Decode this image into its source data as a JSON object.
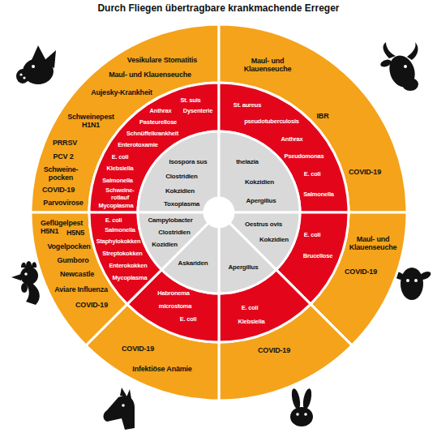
{
  "diagram": {
    "title": "Durch Fliegen übertragbare krankmachende Erreger",
    "nodes": [
      {
        "text": [
          "Vesikulare Stomatitis",
          "Maul- und Klauenseuche",
          "Aujesky-Krankheit",
          "Schweinepest H1N1",
          "PRRSV",
          "PCV 2",
          "Schweine- pocken",
          "COVID-19",
          "Parvovirose"
        ]
      },
      {
        "text": [
          "St. suis",
          "Anthrax",
          "Dysenterie",
          "Pasteurellose",
          "Schnüffelkrankheit",
          "Enterotoxamie",
          "E. coli",
          "Klebsiella",
          "Salmonella",
          "Schweine- rotlauf",
          "Mycoplasma"
        ]
      },
      {
        "text": [
          "Isospora sus",
          "Clostridien",
          "Kokzidien",
          "Toxoplasma"
        ]
      },
      {
        "text": [
          "Maul- und Klauenseuche",
          "IBR",
          "COVID-19"
        ]
      },
      {
        "text": [
          "St. aureus",
          "pseudotuberculosis",
          "Anthrax",
          "Pseudomonas",
          "E. coli",
          "Salmonella"
        ]
      },
      {
        "text": [
          "thelazia",
          "Kokzidien",
          "Apergillus"
        ]
      },
      {
        "text": [
          "Maul- und Klauenseuche",
          "COVID-19"
        ]
      },
      {
        "text": [
          "E. coli",
          "Brucellose"
        ]
      },
      {
        "text": [
          "Oestrus ovis",
          "Kokzidien"
        ]
      },
      {
        "text": [
          "COVID-19"
        ]
      },
      {
        "text": [
          "E. coli",
          "Klebsiella"
        ]
      },
      {
        "text": [
          "Apergillus"
        ]
      },
      {
        "text": [
          "COVID-19",
          "Infektiöse Anämie"
        ]
      },
      {
        "text": [
          "Habronema",
          "microstoma",
          "E. coli"
        ]
      },
      {
        "text": [
          "Askariden"
        ]
      },
      {
        "text": [
          "Geflügelpest H5N1",
          "H5N5",
          "Vogelpocken",
          "Gumboro",
          "Newcastle",
          "Aviare Influenza",
          "COVID-19"
        ]
      },
      {
        "text": [
          "E. coli",
          "Salmonella",
          "Staphylokokken",
          "Streptokokken",
          "Enterokokken",
          "Mycoplasma"
        ]
      },
      {
        "text": [
          "Campylobacter",
          "Clostridien",
          "Kozidien"
        ]
      }
    ]
  }
}
